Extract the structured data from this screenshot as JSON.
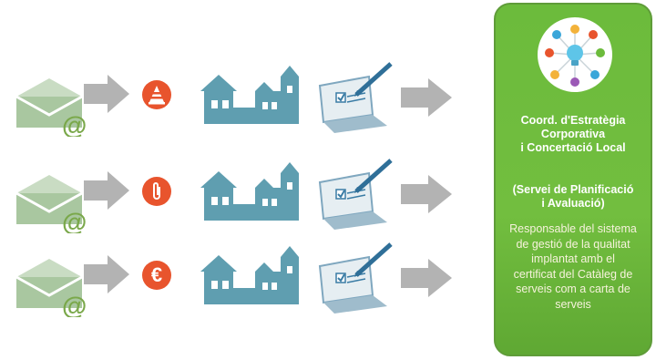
{
  "rows": [
    {
      "badge": {
        "name": "traffic-cone-icon",
        "glyph": ""
      }
    },
    {
      "badge": {
        "name": "paperclip-icon",
        "glyph": ""
      }
    },
    {
      "badge": {
        "name": "euro-icon",
        "glyph": "€"
      }
    }
  ],
  "panel": {
    "title_line1": "Coord. d'Estratègia",
    "title_line2": "Corporativa",
    "title_line3": "i Concertació Local",
    "sub_line1": "(Servei de Planificació",
    "sub_line2": "i Avaluació)",
    "desc_line1": "Responsable del sistema",
    "desc_line2": "de gestió de la qualitat",
    "desc_line3": "implantat amb el",
    "desc_line4": "certificat del Catàleg de",
    "desc_line5": "serveis com a carta de",
    "desc_line6": "serveis"
  },
  "colors": {
    "mail": "#a9c7a0",
    "at": "#7aa84a",
    "arrow": "#b3b3b3",
    "badge": "#e8542d",
    "town": "#5f9eb0",
    "panel": "#6cbb3c"
  }
}
